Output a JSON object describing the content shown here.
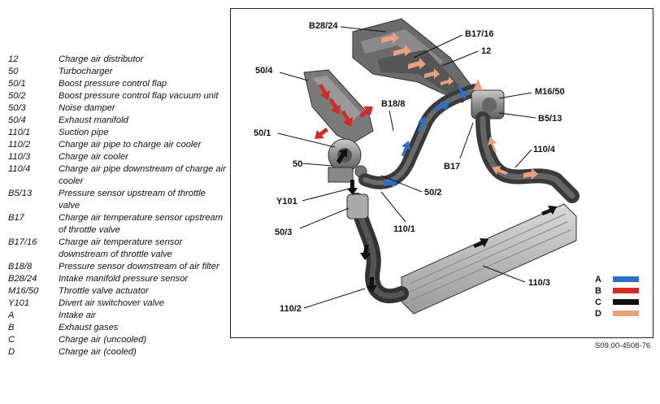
{
  "legend": [
    {
      "code": "12",
      "desc": "Charge air distributor"
    },
    {
      "code": "50",
      "desc": "Turbocharger"
    },
    {
      "code": "50/1",
      "desc": "Boost pressure control flap"
    },
    {
      "code": "50/2",
      "desc": "Boost pressure control flap vacuum unit"
    },
    {
      "code": "50/3",
      "desc": "Noise damper"
    },
    {
      "code": "50/4",
      "desc": "Exhaust manifold"
    },
    {
      "code": "110/1",
      "desc": "Suction pipe"
    },
    {
      "code": "110/2",
      "desc": "Charge air pipe to charge air cooler"
    },
    {
      "code": "110/3",
      "desc": "Charge air cooler"
    },
    {
      "code": "110/4",
      "desc": "Charge air pipe downstream of charge air cooler"
    },
    {
      "code": "B5/13",
      "desc": "Pressure sensor upstream of throttle valve"
    },
    {
      "code": "B17",
      "desc": "Charge air temperature sensor upstream of throttle valve"
    },
    {
      "code": "B17/16",
      "desc": "Charge air temperature sensor downstream of throttle valve"
    },
    {
      "code": "B18/8",
      "desc": "Pressure sensor downstream of air filter"
    },
    {
      "code": "B28/24",
      "desc": "Intake manifold pressure sensor"
    },
    {
      "code": "M16/50",
      "desc": "Throttle valve actuator"
    },
    {
      "code": "Y101",
      "desc": "Divert air switchover valve"
    },
    {
      "code": "A",
      "desc": "Intake air"
    },
    {
      "code": "B",
      "desc": "Exhaust gases"
    },
    {
      "code": "C",
      "desc": "Charge air (uncooled)"
    },
    {
      "code": "D",
      "desc": "Charge air (cooled)"
    }
  ],
  "callouts": {
    "b28_24": "B28/24",
    "b17_16": "B17/16",
    "c12": "12",
    "c50_4": "50/4",
    "b18_8": "B18/8",
    "m16_50": "M16/50",
    "b5_13": "B5/13",
    "c50_1": "50/1",
    "c110_4": "110/4",
    "b17": "B17",
    "c50": "50",
    "c50_2": "50/2",
    "y101": "Y101",
    "c110_1": "110/1",
    "c50_3": "50/3",
    "c110_3": "110/3",
    "c110_2": "110/2"
  },
  "key": [
    {
      "letter": "A",
      "color": "#2e6fc8"
    },
    {
      "letter": "B",
      "color": "#d42a2a"
    },
    {
      "letter": "C",
      "color": "#111111"
    },
    {
      "letter": "D",
      "color": "#e8a083"
    }
  ],
  "reference": "S09.00-4508-76"
}
